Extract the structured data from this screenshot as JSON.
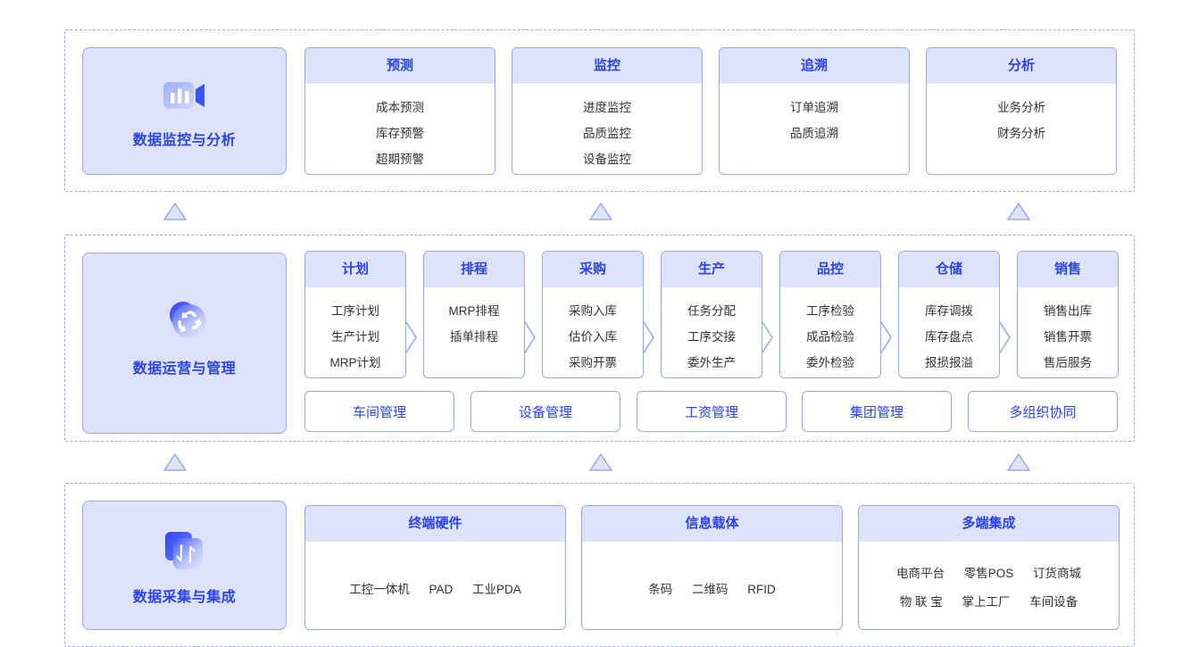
{
  "sections": {
    "top": {
      "pillar": {
        "label": "数据监控与分析",
        "icon": "chart-camera-icon"
      },
      "cards": [
        {
          "title": "预测",
          "items": [
            "成本预测",
            "库存预警",
            "超期预警"
          ]
        },
        {
          "title": "监控",
          "items": [
            "进度监控",
            "品质监控",
            "设备监控"
          ]
        },
        {
          "title": "追溯",
          "items": [
            "订单追溯",
            "品质追溯"
          ]
        },
        {
          "title": "分析",
          "items": [
            "业务分析",
            "财务分析"
          ]
        }
      ]
    },
    "middle": {
      "pillar": {
        "label": "数据运营与管理",
        "icon": "recycle-circles-icon"
      },
      "cards": [
        {
          "title": "计划",
          "items": [
            "工序计划",
            "生产计划",
            "MRP计划"
          ],
          "chevron": true
        },
        {
          "title": "排程",
          "items": [
            "MRP排程",
            "插单排程"
          ],
          "chevron": true
        },
        {
          "title": "采购",
          "items": [
            "采购入库",
            "估价入库",
            "采购开票"
          ],
          "chevron": true
        },
        {
          "title": "生产",
          "items": [
            "任务分配",
            "工序交接",
            "委外生产"
          ],
          "chevron": true
        },
        {
          "title": "品控",
          "items": [
            "工序检验",
            "成品检验",
            "委外检验"
          ],
          "chevron": true
        },
        {
          "title": "仓储",
          "items": [
            "库存调拨",
            "库存盘点",
            "报损报溢"
          ],
          "chevron": true
        },
        {
          "title": "销售",
          "items": [
            "销售出库",
            "销售开票",
            "售后服务"
          ],
          "chevron": false
        }
      ],
      "pills": [
        "车间管理",
        "设备管理",
        "工资管理",
        "集团管理",
        "多组织协同"
      ]
    },
    "bottom": {
      "pillar": {
        "label": "数据采集与集成",
        "icon": "data-transfer-icon"
      },
      "cards": [
        {
          "title": "终端硬件",
          "lines": [
            [
              "工控一体机",
              "PAD",
              "工业PDA"
            ]
          ]
        },
        {
          "title": "信息载体",
          "lines": [
            [
              "条码",
              "二维码",
              "RFID"
            ]
          ]
        },
        {
          "title": "多端集成",
          "lines": [
            [
              "电商平台",
              "零售POS",
              "订货商城"
            ],
            [
              "物 联 宝",
              "掌上工厂",
              "车间设备"
            ]
          ]
        }
      ]
    }
  },
  "connectors": {
    "upper": [
      "triangle-up",
      "triangle-up",
      "triangle-up"
    ],
    "lower": [
      "triangle-up",
      "triangle-up",
      "triangle-up"
    ]
  },
  "colors": {
    "accent": "#2a44ee",
    "panel_fill": "#dee2fb",
    "border": "#9aa7e8",
    "text": "#333333",
    "background": "#ffffff"
  }
}
